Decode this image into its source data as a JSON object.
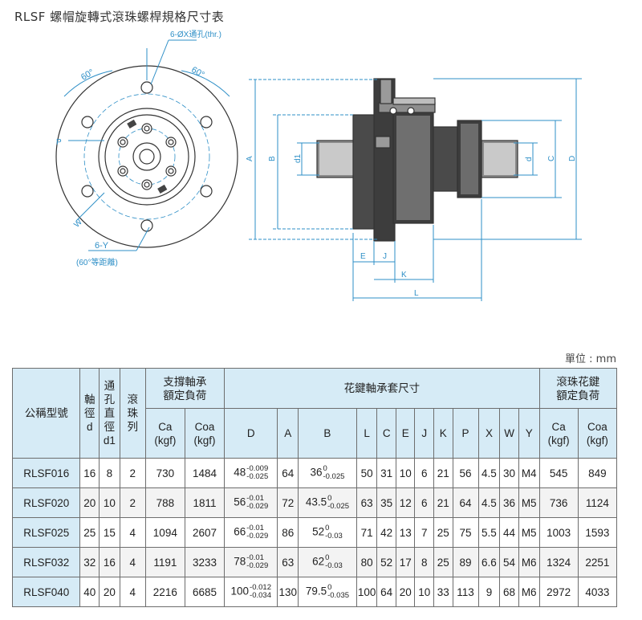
{
  "title": "RLSF 螺帽旋轉式滾珠螺桿規格尺寸表",
  "unit": "單位 : mm",
  "colors": {
    "header_bg": "#d6ebf6",
    "dimension_line": "#2e8fc7",
    "outline": "#333333",
    "shading": "#555555"
  },
  "drawing": {
    "hole_label": "6-ØX通孔(thr.)",
    "angle1": "60°",
    "angle2": "60°",
    "p": "P",
    "w": "W",
    "y_label": "6-Y",
    "y_note": "(60°等距離)",
    "dims": {
      "A": "A",
      "B": "B",
      "d1": "d1",
      "d": "d",
      "C": "C",
      "D": "D",
      "E": "E",
      "J": "J",
      "K": "K",
      "L": "L"
    }
  },
  "table": {
    "header": {
      "model": "公稱型號",
      "shaft": [
        "軸",
        "徑",
        "d"
      ],
      "hole": [
        "通",
        "孔",
        "直",
        "徑",
        "d1"
      ],
      "balls": [
        "滾",
        "珠",
        "列"
      ],
      "support_group": [
        "支撐軸承",
        "額定負荷"
      ],
      "spline_group": "花鍵軸承套尺寸",
      "ballspline_group": [
        "滾珠花鍵",
        "額定負荷"
      ],
      "ca": [
        "Ca",
        "(kgf)"
      ],
      "coa": [
        "Coa",
        "(kgf)"
      ],
      "cols": [
        "D",
        "A",
        "B",
        "L",
        "C",
        "E",
        "J",
        "K",
        "P",
        "X",
        "W",
        "Y"
      ]
    },
    "rows": [
      {
        "model": "RLSF016",
        "d": "16",
        "d1": "8",
        "balls": "2",
        "ca": "730",
        "coa": "1484",
        "D": "48",
        "D_up": "-0.009",
        "D_lo": "-0.025",
        "A": "64",
        "B": "36",
        "B_up": "0",
        "B_lo": "-0.025",
        "L": "50",
        "C": "31",
        "E": "10",
        "J": "6",
        "K": "21",
        "P": "56",
        "X": "4.5",
        "W": "30",
        "Y": "M4",
        "ca2": "545",
        "coa2": "849"
      },
      {
        "model": "RLSF020",
        "d": "20",
        "d1": "10",
        "balls": "2",
        "ca": "788",
        "coa": "1811",
        "D": "56",
        "D_up": "-0.01",
        "D_lo": "-0.029",
        "A": "72",
        "B": "43.5",
        "B_up": "0",
        "B_lo": "-0.025",
        "L": "63",
        "C": "35",
        "E": "12",
        "J": "6",
        "K": "21",
        "P": "64",
        "X": "4.5",
        "W": "36",
        "Y": "M5",
        "ca2": "736",
        "coa2": "1124"
      },
      {
        "model": "RLSF025",
        "d": "25",
        "d1": "15",
        "balls": "4",
        "ca": "1094",
        "coa": "2607",
        "D": "66",
        "D_up": "-0.01",
        "D_lo": "-0.029",
        "A": "86",
        "B": "52",
        "B_up": "0",
        "B_lo": "-0.03",
        "L": "71",
        "C": "42",
        "E": "13",
        "J": "7",
        "K": "25",
        "P": "75",
        "X": "5.5",
        "W": "44",
        "Y": "M5",
        "ca2": "1003",
        "coa2": "1593"
      },
      {
        "model": "RLSF032",
        "d": "32",
        "d1": "16",
        "balls": "4",
        "ca": "1191",
        "coa": "3233",
        "D": "78",
        "D_up": "-0.01",
        "D_lo": "-0.029",
        "A": "63",
        "B": "62",
        "B_up": "0",
        "B_lo": "-0.03",
        "L": "80",
        "C": "52",
        "E": "17",
        "J": "8",
        "K": "25",
        "P": "89",
        "X": "6.6",
        "W": "54",
        "Y": "M6",
        "ca2": "1324",
        "coa2": "2251"
      },
      {
        "model": "RLSF040",
        "d": "40",
        "d1": "20",
        "balls": "4",
        "ca": "2216",
        "coa": "6685",
        "D": "100",
        "D_up": "-0.012",
        "D_lo": "-0.034",
        "A": "130",
        "B": "79.5",
        "B_up": "0",
        "B_lo": "-0.035",
        "L": "100",
        "C": "64",
        "E": "20",
        "J": "10",
        "K": "33",
        "P": "113",
        "X": "9",
        "W": "68",
        "Y": "M6",
        "ca2": "2972",
        "coa2": "4033"
      }
    ]
  }
}
